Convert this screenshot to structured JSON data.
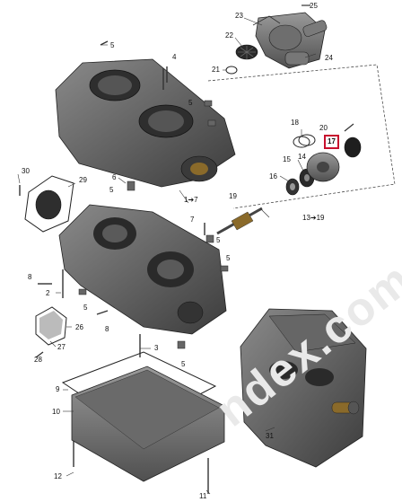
{
  "diagram": {
    "highlight_color": "#c8102e",
    "watermark": "ndex.com",
    "callouts": [
      {
        "id": "c25",
        "text": "25"
      },
      {
        "id": "c23",
        "text": "23"
      },
      {
        "id": "c22",
        "text": "22"
      },
      {
        "id": "c24",
        "text": "24"
      },
      {
        "id": "c21",
        "text": "21"
      },
      {
        "id": "c5a",
        "text": "5"
      },
      {
        "id": "c4",
        "text": "4"
      },
      {
        "id": "c5b",
        "text": "5"
      },
      {
        "id": "c18",
        "text": "18"
      },
      {
        "id": "c20",
        "text": "20"
      },
      {
        "id": "c17",
        "text": "17"
      },
      {
        "id": "c15",
        "text": "15"
      },
      {
        "id": "c14",
        "text": "14"
      },
      {
        "id": "c16",
        "text": "16"
      },
      {
        "id": "c30",
        "text": "30"
      },
      {
        "id": "c29",
        "text": "29"
      },
      {
        "id": "c6",
        "text": "6"
      },
      {
        "id": "c5c",
        "text": "5"
      },
      {
        "id": "c1to7",
        "text": "1➔7"
      },
      {
        "id": "c19",
        "text": "19"
      },
      {
        "id": "c7",
        "text": "7"
      },
      {
        "id": "c13to19",
        "text": "13➔19"
      },
      {
        "id": "c5d",
        "text": "5"
      },
      {
        "id": "c5e",
        "text": "5"
      },
      {
        "id": "c8a",
        "text": "8"
      },
      {
        "id": "c2",
        "text": "2"
      },
      {
        "id": "c5f",
        "text": "5"
      },
      {
        "id": "c26",
        "text": "26"
      },
      {
        "id": "c8b",
        "text": "8"
      },
      {
        "id": "c27",
        "text": "27"
      },
      {
        "id": "c3",
        "text": "3"
      },
      {
        "id": "c28",
        "text": "28"
      },
      {
        "id": "c5g",
        "text": "5"
      },
      {
        "id": "c9",
        "text": "9"
      },
      {
        "id": "c10",
        "text": "10"
      },
      {
        "id": "c31",
        "text": "31"
      },
      {
        "id": "c12",
        "text": "12"
      },
      {
        "id": "c11",
        "text": "11"
      }
    ]
  }
}
